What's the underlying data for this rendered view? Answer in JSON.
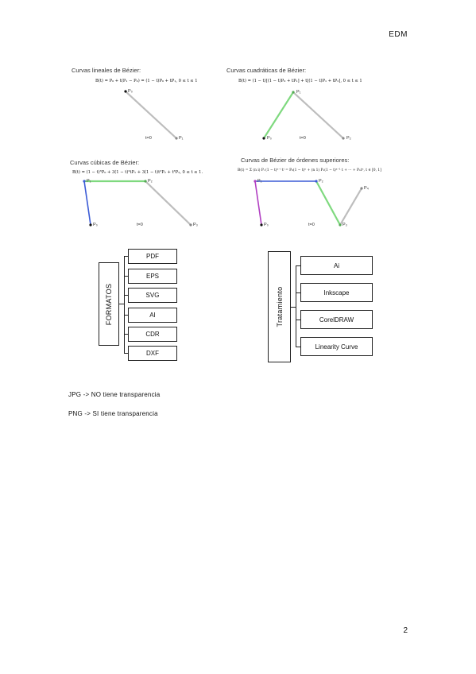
{
  "header": {
    "label": "EDM"
  },
  "page_number": "2",
  "bezier": {
    "linear": {
      "title": "Curvas lineales de Bézier:",
      "formula": "B(t) = P₀ + t(P₁ − P₀) = (1 − t)P₀ + tP₁, 0 ≤ t ≤ 1",
      "p0": "P₀",
      "p1": "P₁",
      "t": "t=0"
    },
    "quadratic": {
      "title": "Curvas cuadráticas de Bézier:",
      "formula": "B(t) = (1 − t)[(1 − t)P₀ + tP₁] + t[(1 − t)P₁ + tP₂], 0 ≤ t ≤ 1",
      "p0": "P₀",
      "p1": "P₁",
      "p2": "P₂",
      "t": "t=0"
    },
    "cubic": {
      "title": "Curvas cúbicas de Bézier:",
      "formula": "B(t) = (1 − t)³P₀ + 3(1 − t)²tP₁ + 3(1 − t)t²P₂ + t³P₃, 0 ≤ t ≤ 1.",
      "p0": "P₀",
      "p1": "P₁",
      "p2": "P₂",
      "p3": "P₃",
      "t": "t=0"
    },
    "higher": {
      "title": "Curvas de Bézier de órdenes superiores:",
      "formula": "B(t) = Σ (n i) Pᵢ (1 − t)ⁿ⁻ⁱ tⁱ = P₀(1 − t)ⁿ + (n 1) P₁(1 − t)ⁿ⁻¹ t + ··· + Pₙtⁿ, t ∈ [0, 1]",
      "p0": "P₀",
      "p1": "P₁",
      "p2": "P₂",
      "p3": "P₃",
      "p4": "P₄",
      "t": "t=0"
    }
  },
  "formatos": {
    "label": "FORMATOS",
    "items": [
      "PDF",
      "EPS",
      "SVG",
      "AI",
      "CDR",
      "DXF"
    ]
  },
  "tratamiento": {
    "label": "Tratamiento",
    "items": [
      "Ai",
      "Inkscape",
      "CorelDRAW",
      "Linearity Curve"
    ]
  },
  "notes": [
    "JPG -> NO tiene transparencia",
    "PNG -> SI tiene transparencia"
  ],
  "colors": {
    "green": "#7fd97f",
    "gray": "#bdbdbd",
    "blue": "#3b5bd6",
    "purple": "#b13fc2"
  }
}
